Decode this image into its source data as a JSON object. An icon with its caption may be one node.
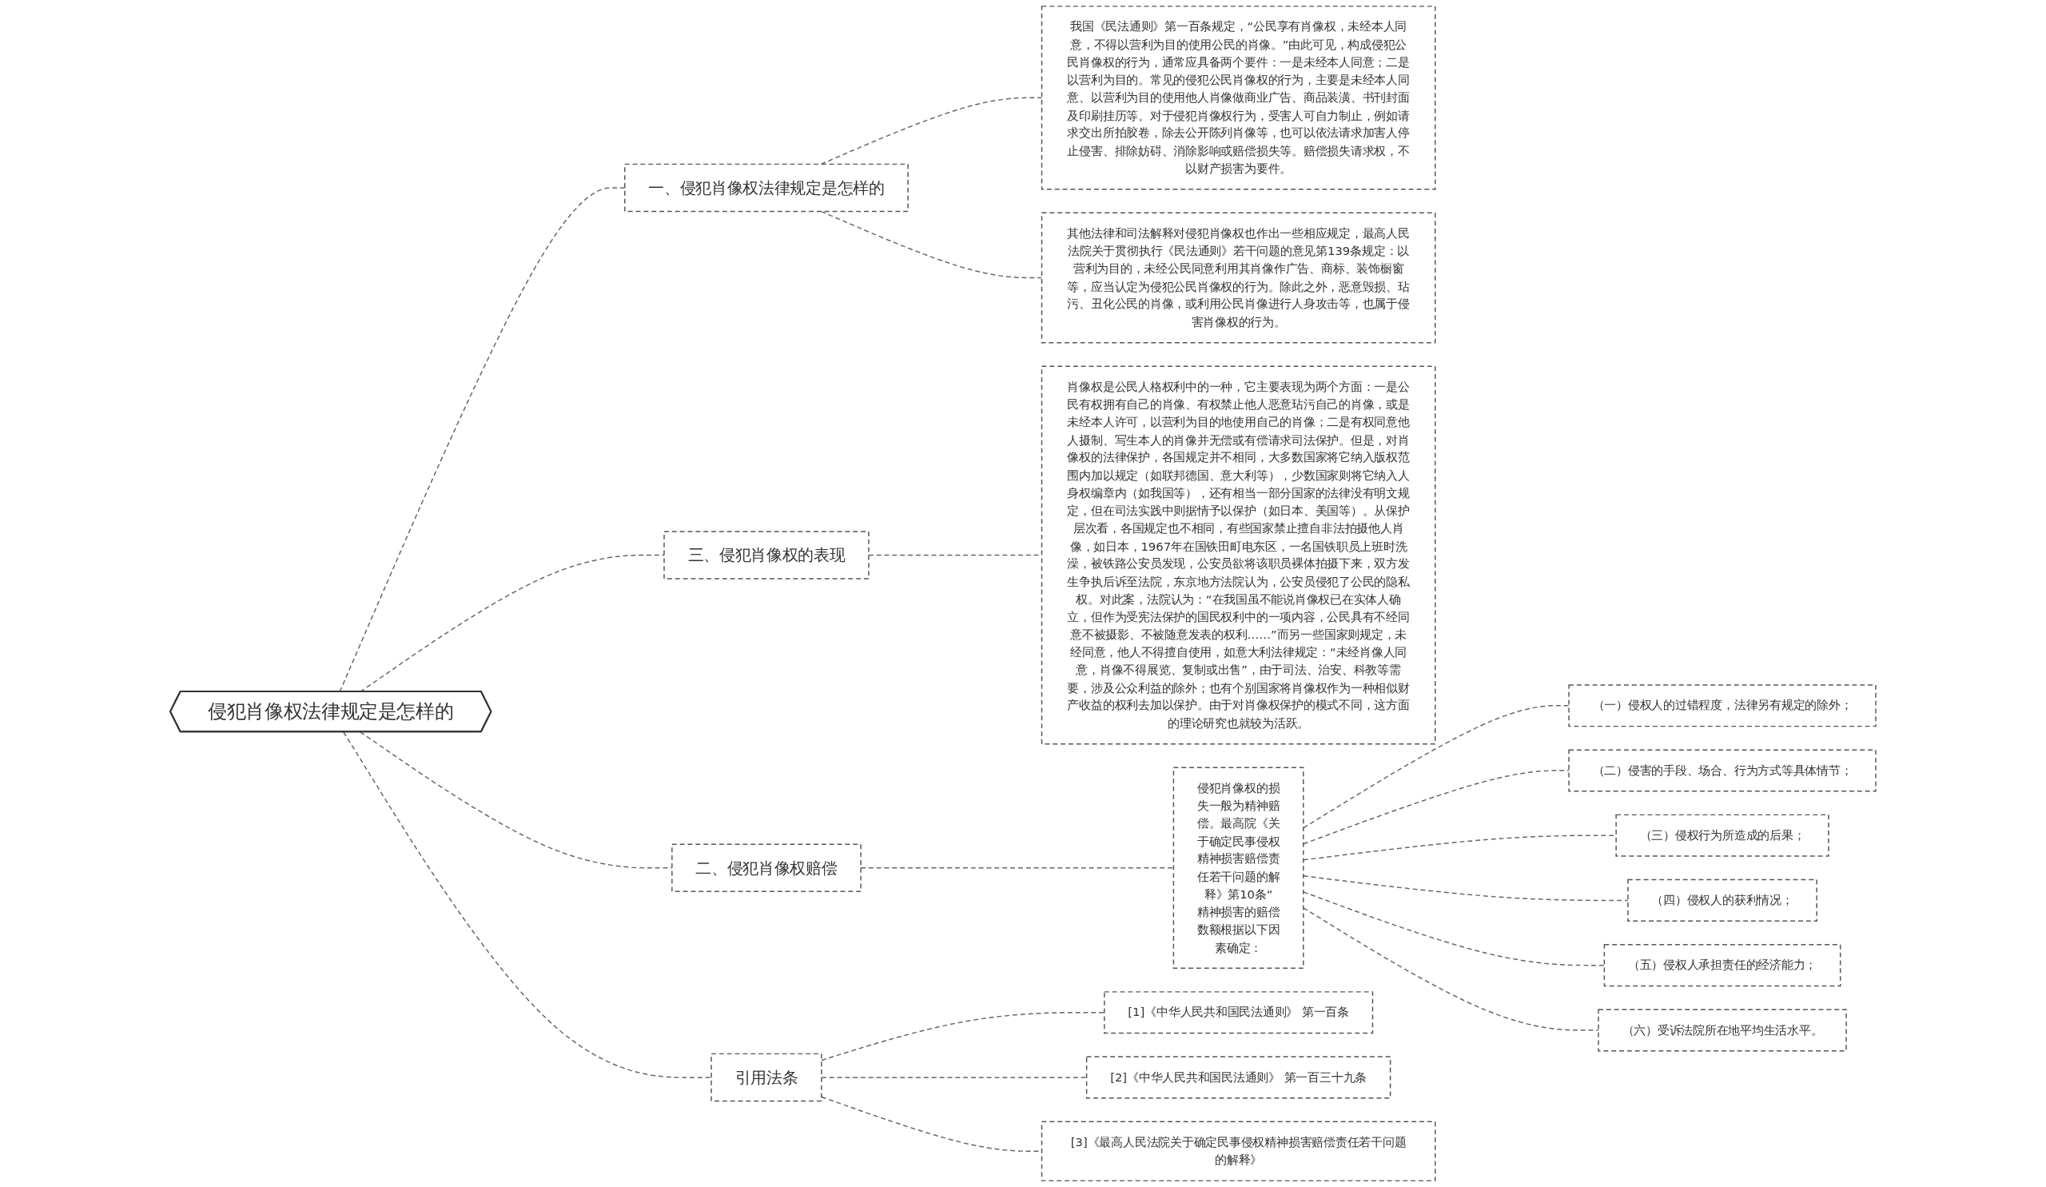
{
  "diagram": {
    "nodes": [
      {
        "text": [
          "侵犯肖像权法律规定是怎样的"
        ]
      },
      {
        "text": [
          "一、侵犯肖像权法律规定是怎样的"
        ]
      },
      {
        "text": [
          "我国《民法通则》第一百条规定，“公民享有肖像权，未经本人同意，不得以营利为目的使用公民的肖像。”由此可见，构成侵犯公民肖像权的行为，通常应具备两个要件：一是未经本人同意；二是以营利为目的。常见的侵犯公民肖像权的行为，主要是未经本人同意、以营利为目的使用他人肖像做商业广告、商品装潢、书刊封面及印刷挂历等。对于侵犯肖像权行为，受害人可自力制止，例如请求交出所拍胶卷，除去公开陈列肖像等，也可以依法请求加害人停止侵害、排除妨碍、消除影响或赔偿损失等。赔偿损失请求权，不以财产损害为要件。"
        ]
      },
      {
        "text": [
          "其他法律和司法解释对侵犯肖像权也作出一些相应规定，最高人民法院关于贯彻执行《民法通则》若干问题的意见第139条规定：以营利为目的，未经公民同意利用其肖像作广告、商标、装饰橱窗等，应当认定为侵犯公民肖像权的行为。除此之外，恶意毁损、玷污、丑化公民的肖像，或利用公民肖像进行人身攻击等，也属于侵害肖像权的行为。"
        ]
      },
      {
        "text": [
          "三、侵犯肖像权的表现"
        ]
      },
      {
        "text": [
          "肖像权是公民人格权利中的一种，它主要表现为两个方面：一是公民有权拥有自己的肖像、有权禁止他人恶意玷污自己的肖像，或是未经本人许可，以营利为目的地使用自己的肖像；二是有权同意他人摄制、写生本人的肖像并无偿或有偿请求司法保护。但是，对肖像权的法律保护，各国规定并不相同，大多数国家将它纳入版权范围内加以规定（如联邦德国、意大利等），少数国家则将它纳入人身权编章内（如我国等），还有相当一部分国家的法律没有明文规定，但在司法实践中则据情予以保护（如日本、美国等）。从保护层次看，各国规定也不相同，有些国家禁止擅自非法拍摄他人肖像，如日本，1967年在国铁田町电东区，一名国铁职员上班时洗澡，被铁路公安员发现，公安员欲将该职员裸体拍摄下来，双方发生争执后诉至法院，东京地方法院认为，公安员侵犯了公民的隐私权。对此案，法院认为：“在我国虽不能说肖像权已在实体人确立，但作为受宪法保护的国民权利中的一项内容，公民具有不经同意不被摄影、不被随意发表的权利……”而另一些国家则规定，未经同意，他人不得擅自使用，如意大利法律规定：“未经肖像人同意，肖像不得展览、复制或出售”，由于司法、治安、科教等需要，涉及公众利益的除外；也有个别国家将肖像权作为一种相似财产收益的权利去加以保护。由于对肖像权保护的模式不同，这方面的理论研究也就较为活跃。"
        ]
      },
      {
        "text": [
          "二、侵犯肖像权赔偿"
        ]
      },
      {
        "text": [
          "侵犯肖像权的损失一般为精神赔偿。最高院《关于确定民事侵权精神损害赔偿责任若干问题的解释》第10条“精神损害的赔偿数额根据以下因素确定："
        ]
      },
      {
        "text": [
          "（一）侵权人的过错程度，法律另有规定的除外；"
        ]
      },
      {
        "text": [
          "（二）侵害的手段、场合、行为方式等具体情节；"
        ]
      },
      {
        "text": [
          "（三）侵权行为所造成的后果；"
        ]
      },
      {
        "text": [
          "（四）侵权人的获利情况；"
        ]
      },
      {
        "text": [
          "（五）侵权人承担责任的经济能力；"
        ]
      },
      {
        "text": [
          "（六）受诉法院所在地平均生活水平。"
        ]
      },
      {
        "text": [
          "引用法条"
        ]
      },
      {
        "text": [
          "[1]《中华人民共和国民法通则》 第一百条"
        ]
      },
      {
        "text": [
          "[2]《中华人民共和国民法通则》 第一百三十九条"
        ]
      },
      {
        "text": [
          "[3]《最高人民法院关于确定民事侵权精神损害赔偿责任若干问题的解释》"
        ]
      }
    ],
    "edges": [
      {
        "from": 0,
        "to": 1,
        "arrow": "none"
      },
      {
        "from": 1,
        "to": 2,
        "arrow": "none"
      },
      {
        "from": 1,
        "to": 3,
        "arrow": "none"
      },
      {
        "from": 0,
        "to": 4,
        "arrow": "none"
      },
      {
        "from": 4,
        "to": 5,
        "arrow": "none"
      },
      {
        "from": 0,
        "to": 6,
        "arrow": "none"
      },
      {
        "from": 6,
        "to": 7,
        "arrow": "none"
      },
      {
        "from": 7,
        "to": 8,
        "arrow": "none"
      },
      {
        "from": 7,
        "to": 9,
        "arrow": "none"
      },
      {
        "from": 7,
        "to": 10,
        "arrow": "none"
      },
      {
        "from": 7,
        "to": 11,
        "arrow": "none"
      },
      {
        "from": 7,
        "to": 12,
        "arrow": "none"
      },
      {
        "from": 7,
        "to": 13,
        "arrow": "none"
      },
      {
        "from": 0,
        "to": 14,
        "arrow": "none"
      },
      {
        "from": 14,
        "to": 15,
        "arrow": "none"
      },
      {
        "from": 14,
        "to": 16,
        "arrow": "none"
      },
      {
        "from": 14,
        "to": 17,
        "arrow": "none"
      }
    ]
  }
}
